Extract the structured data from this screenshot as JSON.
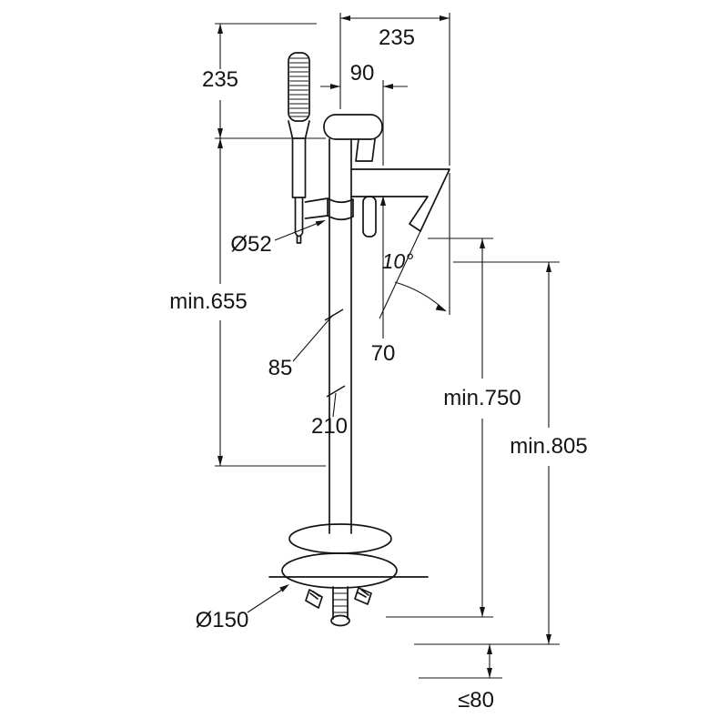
{
  "page": {
    "background": "#ffffff",
    "line_color": "#141414"
  },
  "drawing": {
    "type": "technical-dimension-diagram",
    "dimensions": {
      "handshower_length": "235",
      "spout_projection": "235",
      "offset_90": "90",
      "column_diameter": "Ø52",
      "min_655": "min.655",
      "offset_85": "85",
      "offset_210": "210",
      "spout_angle": "10°",
      "offset_70": "70",
      "min_750": "min.750",
      "min_805": "min.805",
      "base_diameter": "Ø150",
      "max_80": "≤80"
    }
  }
}
